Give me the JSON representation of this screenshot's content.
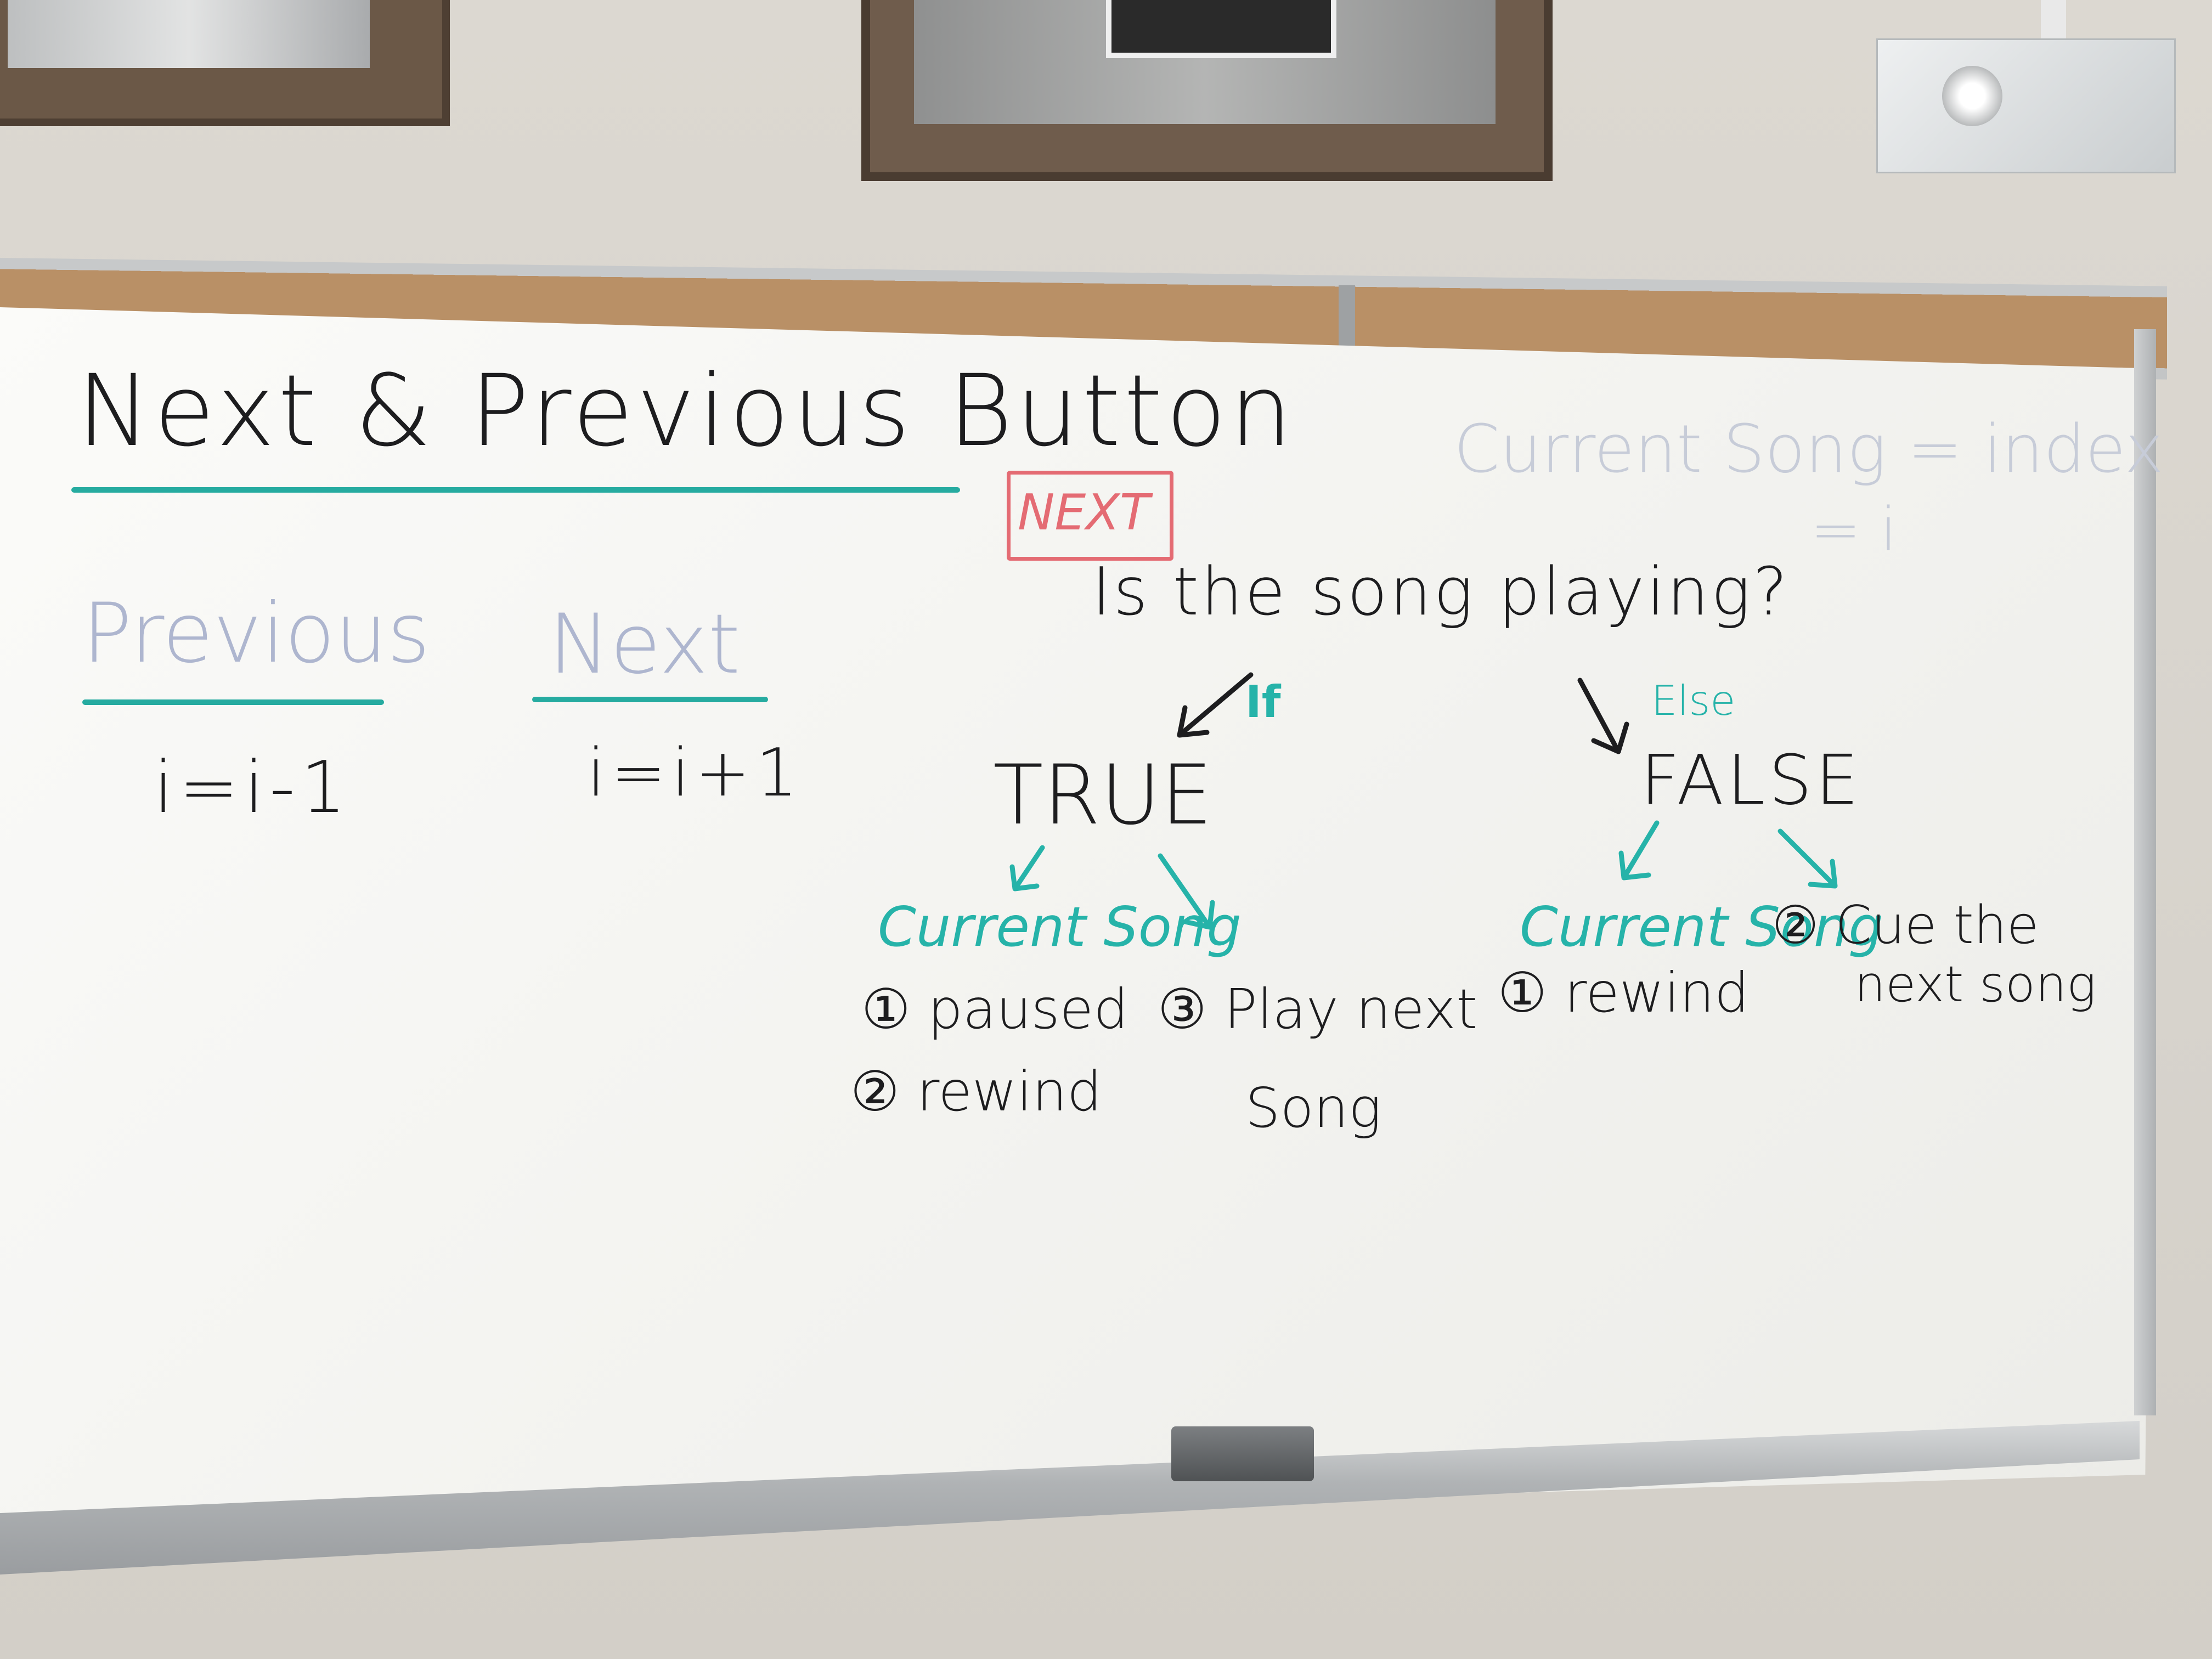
{
  "title": "Next & Previous Button",
  "labels": {
    "previous": "Previous",
    "next": "Next",
    "previous_formula": "i=i-1",
    "next_formula": "i=i+1"
  },
  "corner_note": {
    "line1": "Current Song = index",
    "line2": "= i"
  },
  "tag": "NEXT",
  "question": "Is the song playing?",
  "branches": {
    "if_label": "If",
    "else_label": "Else",
    "true_label": "TRUE",
    "false_label": "FALSE"
  },
  "true_branch": {
    "heading": "Current Song",
    "steps": [
      "① paused",
      "② rewind"
    ],
    "right_step_line1": "③ Play next",
    "right_step_line2": "Song"
  },
  "false_branch": {
    "heading": "Current Song",
    "step": "① rewind",
    "right_step_line1": "② Cue the",
    "right_step_line2": "next song"
  },
  "colors": {
    "black_marker": "#1d1d1f",
    "teal_marker": "#26b3a9",
    "blue_marker": "#aeb6cf",
    "red_marker": "#e46b73"
  }
}
